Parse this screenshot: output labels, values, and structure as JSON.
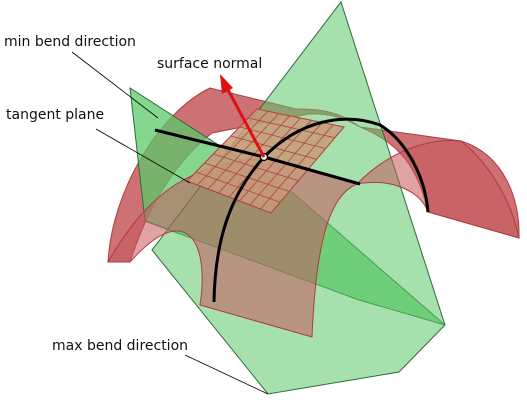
{
  "labels": {
    "min_bend": "min bend direction",
    "surface_normal": "surface normal",
    "tangent_plane": "tangent plane",
    "max_bend": "max bend direction"
  },
  "colors": {
    "surface_fill": "#c4585c",
    "surface_edge": "#b03a3e",
    "plane_fill": "#5cc86a",
    "plane_edge": "#2f6a35",
    "tangent_fill": "#c89a7a",
    "tangent_grid": "#b04040",
    "normal_arrow": "#e01010",
    "curve": "#000000",
    "leader": "#000000"
  }
}
